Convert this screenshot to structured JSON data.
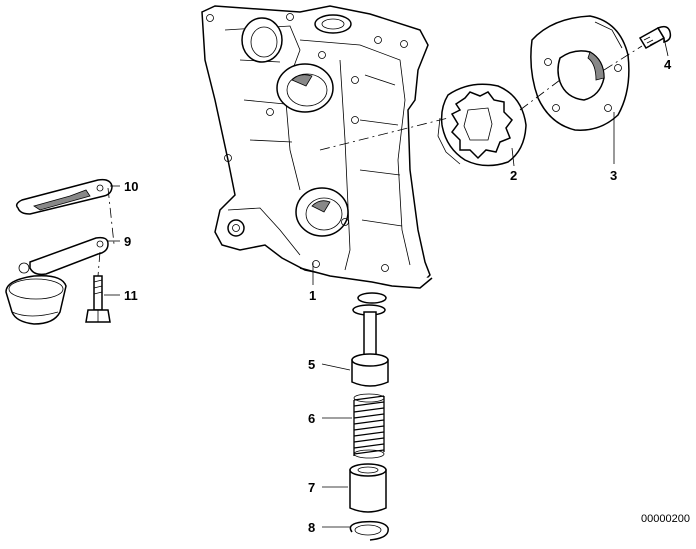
{
  "labels": {
    "p1": "1",
    "p2": "2",
    "p3": "3",
    "p4": "4",
    "p5": "5",
    "p6": "6",
    "p7": "7",
    "p8": "8",
    "p9": "9",
    "p10": "10",
    "p11": "11"
  },
  "diagram_code": "00000200"
}
